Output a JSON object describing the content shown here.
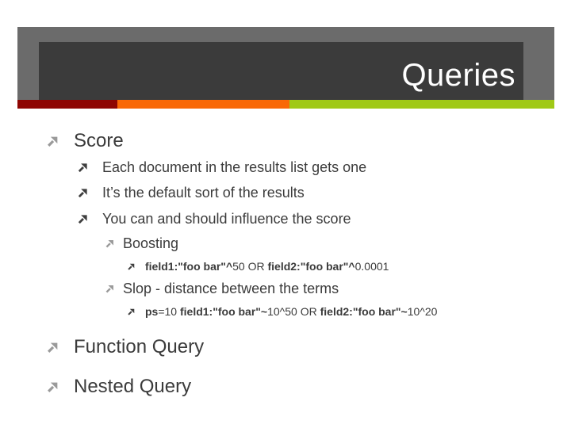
{
  "slide": {
    "title": "Queries",
    "colors": {
      "header_outer": "#6b6b6b",
      "header_inner": "#3b3b3b",
      "bar_red": "#8e0502",
      "bar_orange": "#f96806",
      "bar_green": "#a0c916",
      "body_text": "#3b3b3b",
      "bullet_light": "#9a9a9a",
      "bullet_dark": "#3f3f3f"
    },
    "bullets": [
      {
        "level": 1,
        "text": "Score"
      },
      {
        "level": 2,
        "text": "Each document in the results list gets one"
      },
      {
        "level": 2,
        "text": "It’s the default sort of the results"
      },
      {
        "level": 2,
        "text": "You can and should influence the score"
      },
      {
        "level": 3,
        "text": "Boosting"
      },
      {
        "level": 4,
        "text": "field1:\"foo bar\"^50 OR field2:\"foo bar\"^0.0001",
        "runs": [
          {
            "text": "field1:\"foo bar\"^",
            "bold": true
          },
          {
            "text": "50 OR ",
            "bold": false
          },
          {
            "text": "field2:\"foo bar\"^",
            "bold": true
          },
          {
            "text": "0.0001",
            "bold": false
          }
        ]
      },
      {
        "level": 3,
        "text": "Slop - distance between the terms"
      },
      {
        "level": 4,
        "text": "ps=10 field1:\"foo bar\"~10^50 OR field2:\"foo bar\"~10^20",
        "runs": [
          {
            "text": "ps",
            "bold": true
          },
          {
            "text": "=10 ",
            "bold": false
          },
          {
            "text": "field1:\"foo bar\"~",
            "bold": true
          },
          {
            "text": "10^50 OR ",
            "bold": false
          },
          {
            "text": "field2:\"foo bar\"~",
            "bold": true
          },
          {
            "text": "10^20",
            "bold": false
          }
        ]
      }
    ],
    "closing_bullets": [
      {
        "level": 1,
        "text": "Function Query"
      },
      {
        "level": 1,
        "text": "Nested Query"
      }
    ]
  }
}
